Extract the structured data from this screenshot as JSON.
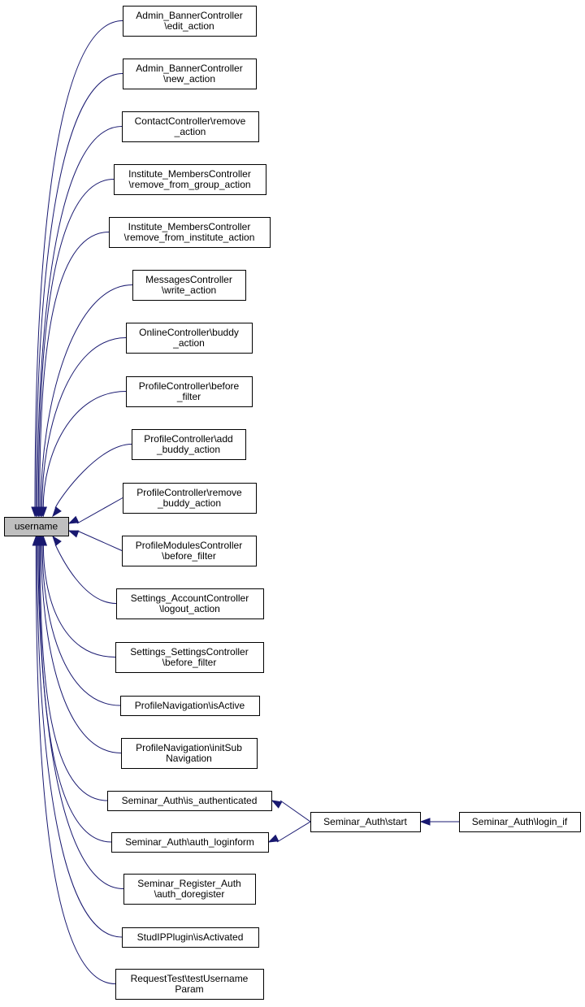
{
  "graph": {
    "nodes": [
      {
        "id": "username",
        "lines": [
          "username"
        ],
        "focus": true
      },
      {
        "id": "banner-edit",
        "lines": [
          "Admin_BannerController",
          "\\edit_action"
        ]
      },
      {
        "id": "banner-new",
        "lines": [
          "Admin_BannerController",
          "\\new_action"
        ]
      },
      {
        "id": "contact-remove",
        "lines": [
          "ContactController\\remove",
          "_action"
        ]
      },
      {
        "id": "inst-remove-group",
        "lines": [
          "Institute_MembersController",
          "\\remove_from_group_action"
        ]
      },
      {
        "id": "inst-remove-inst",
        "lines": [
          "Institute_MembersController",
          "\\remove_from_institute_action"
        ]
      },
      {
        "id": "messages-write",
        "lines": [
          "MessagesController",
          "\\write_action"
        ]
      },
      {
        "id": "online-buddy",
        "lines": [
          "OnlineController\\buddy",
          "_action"
        ]
      },
      {
        "id": "profile-before",
        "lines": [
          "ProfileController\\before",
          "_filter"
        ]
      },
      {
        "id": "profile-add-buddy",
        "lines": [
          "ProfileController\\add",
          "_buddy_action"
        ]
      },
      {
        "id": "profile-remove-buddy",
        "lines": [
          "ProfileController\\remove",
          "_buddy_action"
        ]
      },
      {
        "id": "profilemodules-before",
        "lines": [
          "ProfileModulesController",
          "\\before_filter"
        ]
      },
      {
        "id": "settings-account-logout",
        "lines": [
          "Settings_AccountController",
          "\\logout_action"
        ]
      },
      {
        "id": "settings-settings-before",
        "lines": [
          "Settings_SettingsController",
          "\\before_filter"
        ]
      },
      {
        "id": "profilenav-isactive",
        "lines": [
          "ProfileNavigation\\isActive"
        ]
      },
      {
        "id": "profilenav-initsub",
        "lines": [
          "ProfileNavigation\\initSub",
          "Navigation"
        ]
      },
      {
        "id": "auth-is-authenticated",
        "lines": [
          "Seminar_Auth\\is_authenticated"
        ]
      },
      {
        "id": "auth-loginform",
        "lines": [
          "Seminar_Auth\\auth_loginform"
        ]
      },
      {
        "id": "register-doregister",
        "lines": [
          "Seminar_Register_Auth",
          "\\auth_doregister"
        ]
      },
      {
        "id": "plugin-isactivated",
        "lines": [
          "StudIPPlugin\\isActivated"
        ]
      },
      {
        "id": "requesttest-username",
        "lines": [
          "RequestTest\\testUsername",
          "Param"
        ]
      },
      {
        "id": "auth-start",
        "lines": [
          "Seminar_Auth\\start"
        ]
      },
      {
        "id": "auth-login-if",
        "lines": [
          "Seminar_Auth\\login_if"
        ]
      }
    ],
    "edges": [
      {
        "from": "banner-edit",
        "to": "username"
      },
      {
        "from": "banner-new",
        "to": "username"
      },
      {
        "from": "contact-remove",
        "to": "username"
      },
      {
        "from": "inst-remove-group",
        "to": "username"
      },
      {
        "from": "inst-remove-inst",
        "to": "username"
      },
      {
        "from": "messages-write",
        "to": "username"
      },
      {
        "from": "online-buddy",
        "to": "username"
      },
      {
        "from": "profile-before",
        "to": "username"
      },
      {
        "from": "profile-add-buddy",
        "to": "username"
      },
      {
        "from": "profile-remove-buddy",
        "to": "username"
      },
      {
        "from": "profilemodules-before",
        "to": "username"
      },
      {
        "from": "settings-account-logout",
        "to": "username"
      },
      {
        "from": "settings-settings-before",
        "to": "username"
      },
      {
        "from": "profilenav-isactive",
        "to": "username"
      },
      {
        "from": "profilenav-initsub",
        "to": "username"
      },
      {
        "from": "auth-is-authenticated",
        "to": "username"
      },
      {
        "from": "auth-loginform",
        "to": "username"
      },
      {
        "from": "register-doregister",
        "to": "username"
      },
      {
        "from": "plugin-isactivated",
        "to": "username"
      },
      {
        "from": "requesttest-username",
        "to": "username"
      },
      {
        "from": "auth-start",
        "to": "auth-is-authenticated"
      },
      {
        "from": "auth-start",
        "to": "auth-loginform"
      },
      {
        "from": "auth-login-if",
        "to": "auth-start"
      }
    ],
    "colors": {
      "edge": "#191970",
      "focus_fill": "#bfbfbf",
      "node_fill": "#ffffff",
      "node_stroke": "#000000"
    }
  }
}
